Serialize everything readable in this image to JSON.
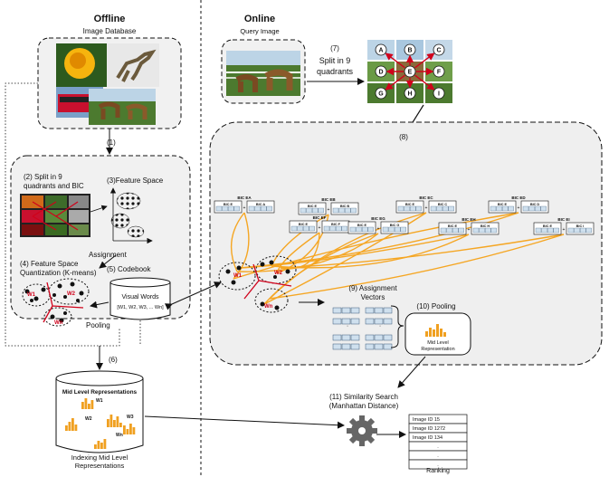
{
  "offline": {
    "title": "Offline",
    "image_database": "Image Database",
    "step1": "(1)",
    "step2": [
      "(2) Split in 9",
      "quadrants and BIC"
    ],
    "step3": "(3)Feature Space",
    "assignment": "Assignment",
    "step4": [
      "(4) Feature Space",
      "Quantization (K-means)"
    ],
    "step5": "(5) Codebook",
    "visual_words": "Visual Words",
    "visual_words_list": "[W1, W2, W3, ... Wn]",
    "pooling": "Pooling",
    "step6": "(6)",
    "mid_level_db_title": "Mid Level Representations",
    "indexing": [
      "Indexing Mid Level",
      "Representations"
    ],
    "cluster_labels": {
      "w1": "W1",
      "w2": "W2",
      "wn": "Wn"
    },
    "db_word_labels": {
      "w1": "W1",
      "w2": "W2",
      "w3": "W3",
      "wn": "Wn"
    }
  },
  "online": {
    "title": "Online",
    "query_image": "Query Image",
    "step7": "(7)",
    "split": [
      "Split in 9",
      "quadrants"
    ],
    "quadrants": [
      "A",
      "B",
      "C",
      "D",
      "E",
      "F",
      "G",
      "H",
      "I"
    ],
    "step8": "(8)",
    "bic_pairs": [
      {
        "top": "BIC EA",
        "left": "BIC E",
        "right": "BIC A"
      },
      {
        "top": "BIC EB",
        "left": "BIC E",
        "right": "BIC B"
      },
      {
        "top": "BIC EC",
        "left": "BIC E",
        "right": "BIC C"
      },
      {
        "top": "BIC ED",
        "left": "BIC E",
        "right": "BIC D"
      },
      {
        "top": "BIC EF",
        "left": "BIC E",
        "right": "BIC F"
      },
      {
        "top": "BIC EG",
        "left": "BIC E",
        "right": "BIC G"
      },
      {
        "top": "BIC EH",
        "left": "BIC E",
        "right": "BIC H"
      },
      {
        "top": "BIC EI",
        "left": "BIC E",
        "right": "BIC I"
      }
    ],
    "step9": [
      "(9) Assignment",
      "Vectors"
    ],
    "step10": "(10) Pooling",
    "mid_level": [
      "Mid Level",
      "Representation"
    ],
    "step11": [
      "(11) Similarity Search",
      "(Manhattan Distance)"
    ],
    "ranking_rows": [
      "Image ID 15",
      "Image ID 1272",
      "Image ID 134",
      ".",
      ".",
      "."
    ],
    "ranking": "Ranking",
    "cluster_labels": {
      "w1": "W1",
      "w2": "W2",
      "wn": "Wn"
    }
  },
  "colors": {
    "accent_orange": "#f5a623",
    "red": "#d0021b",
    "bar_orange": "#f0a020",
    "box_blue": "#cfe0ee"
  }
}
